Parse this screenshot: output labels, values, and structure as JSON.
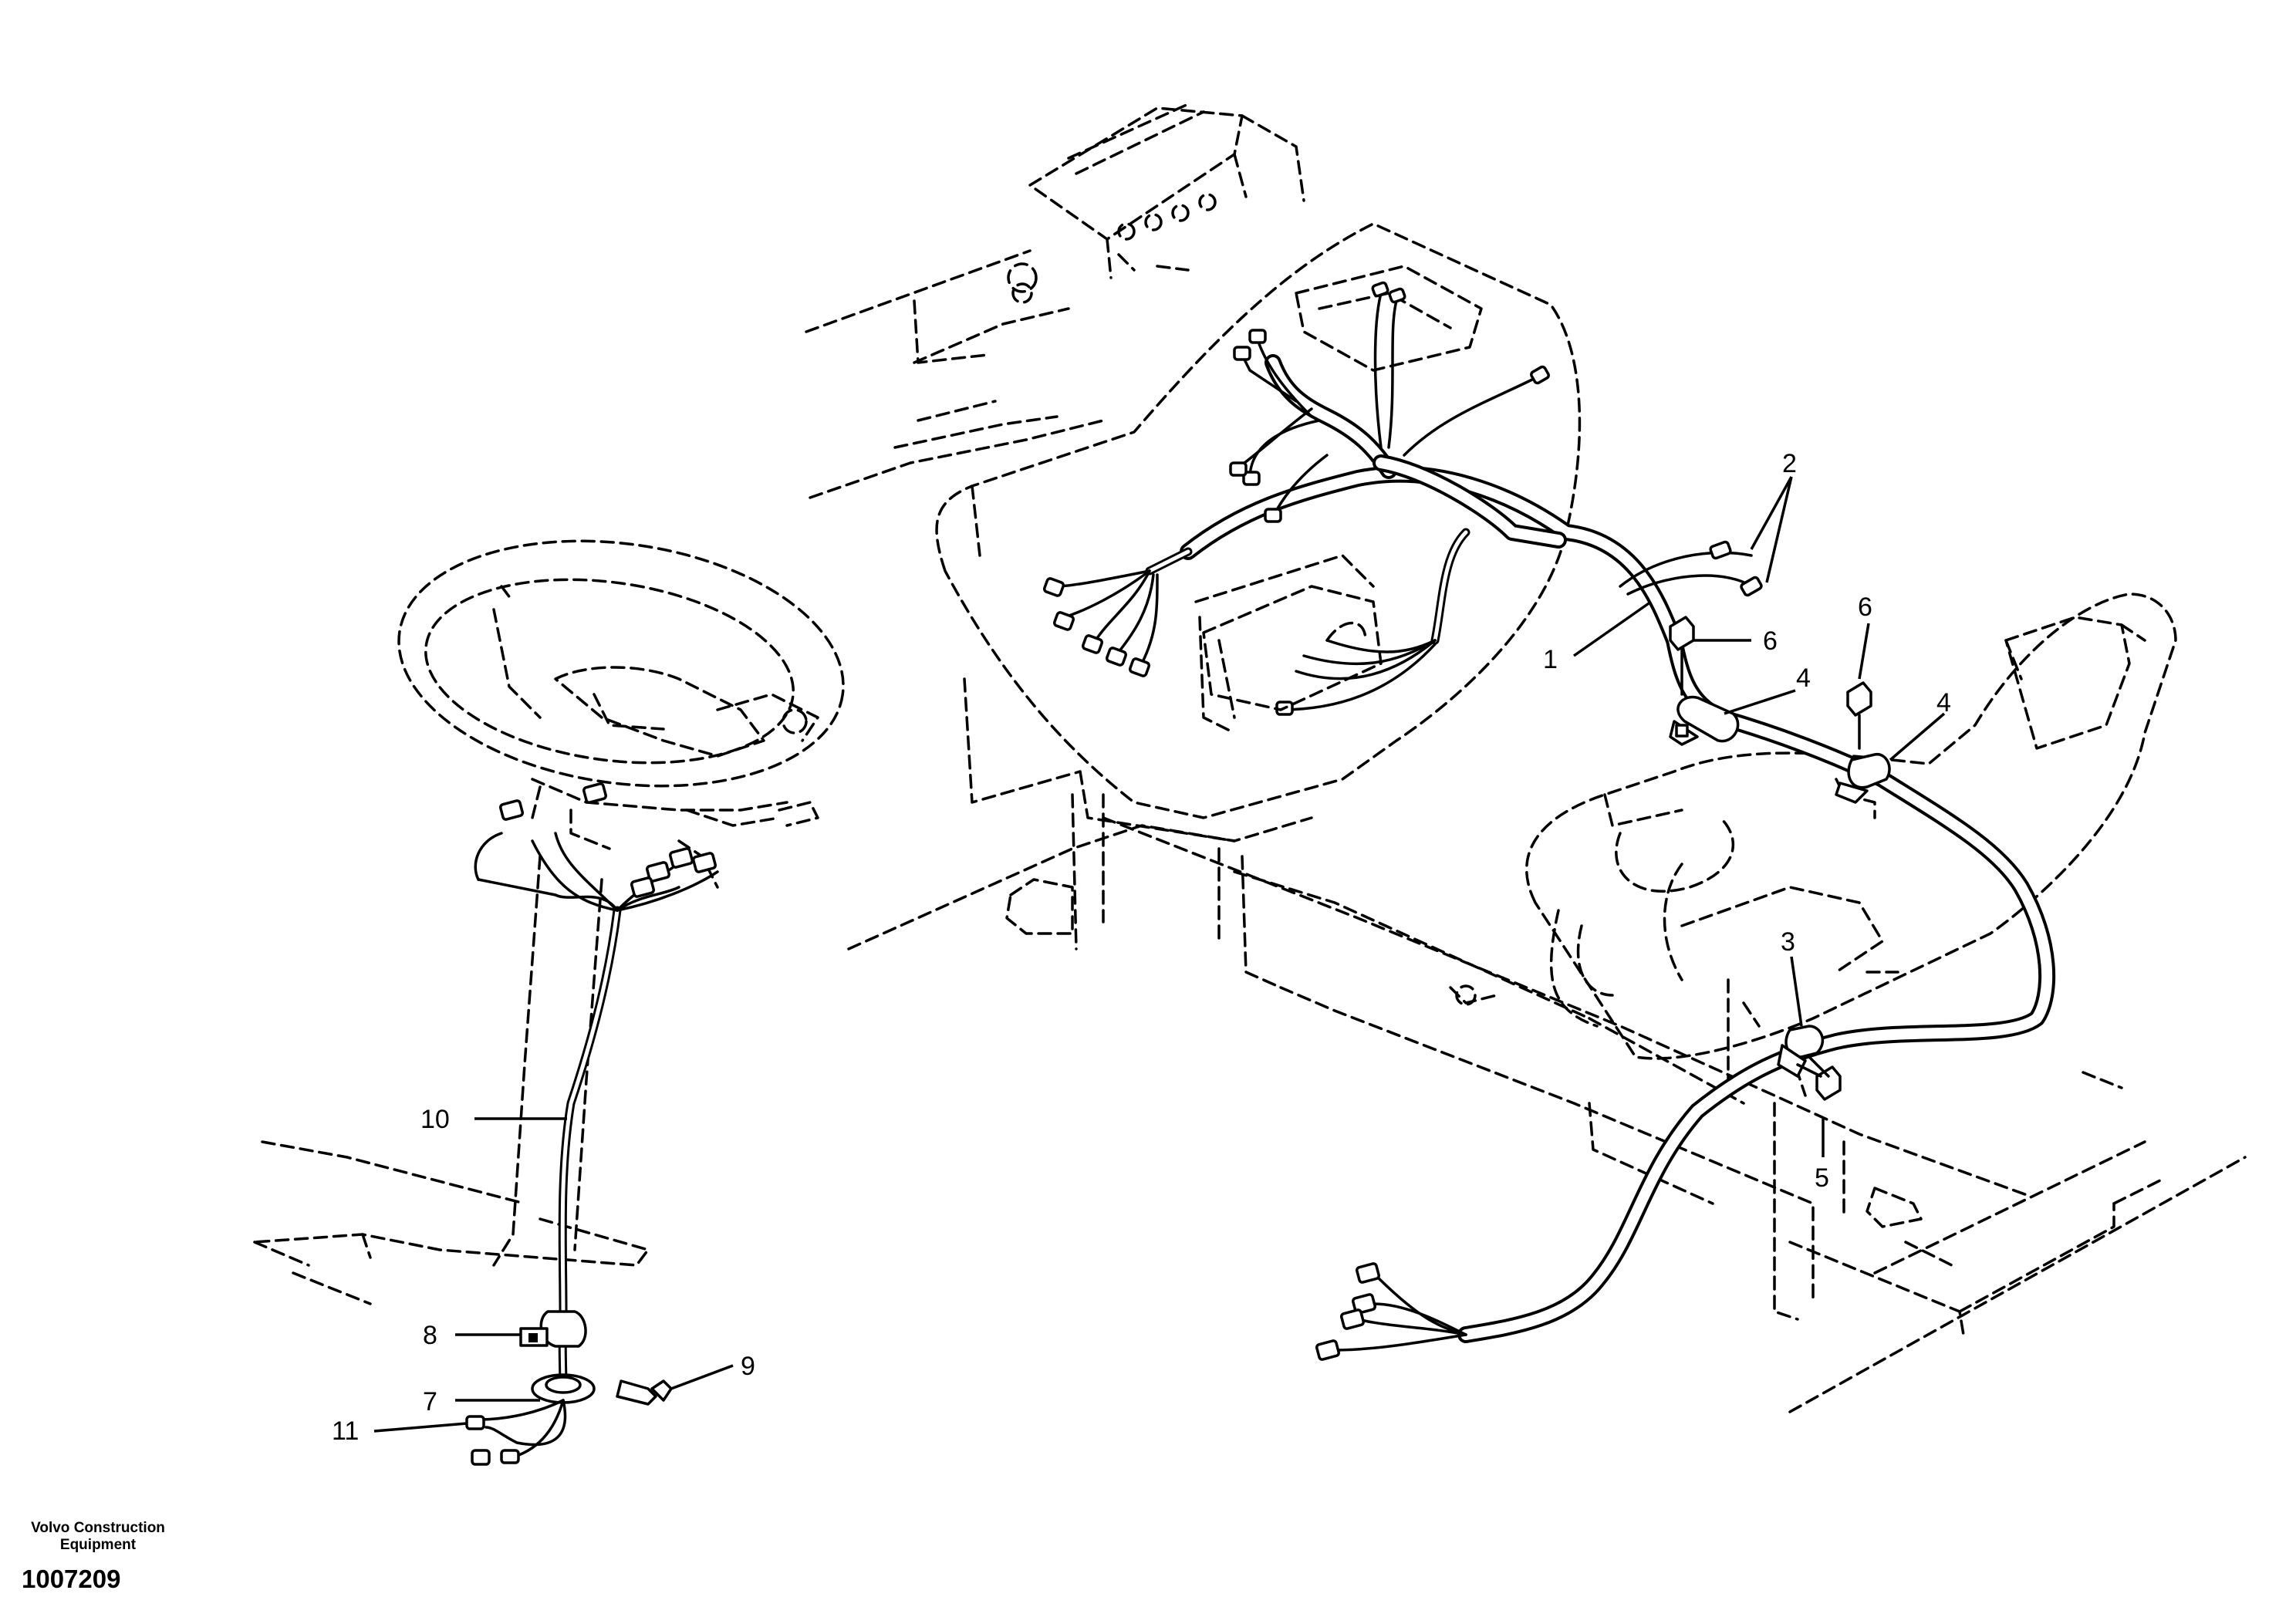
{
  "callouts": {
    "c1": "1",
    "c2": "2",
    "c3": "3",
    "c4a": "4",
    "c4b": "4",
    "c5": "5",
    "c6a": "6",
    "c6b": "6",
    "c7": "7",
    "c8": "8",
    "c9": "9",
    "c10": "10",
    "c11": "11"
  },
  "footer": {
    "company_line1": "Volvo Construction",
    "company_line2": "Equipment",
    "drawing_number": "1007209"
  }
}
